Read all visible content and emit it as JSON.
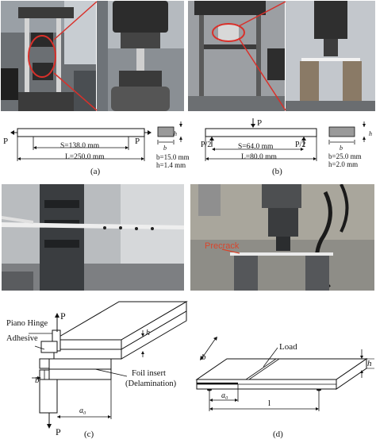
{
  "panel_a": {
    "label_p_left": "P",
    "label_p_right": "P",
    "span": "S=138.0 mm",
    "length": "L=250.0 mm",
    "width": "b=15.0 mm",
    "thickness": "h=1.4 mm",
    "h_label": "h",
    "b_label": "b",
    "caption": "(a)"
  },
  "panel_b": {
    "label_p_top": "P",
    "label_p_half_left": "P/2",
    "label_p_half_right": "P/2",
    "span": "S=64.0 mm",
    "length": "L=80.0 mm",
    "width": "b=25.0 mm",
    "thickness": "h=2.0 mm",
    "h_label": "h",
    "b_label": "b",
    "caption": "(b)"
  },
  "panel_d_photo": {
    "annotation": "Precrack"
  },
  "panel_c": {
    "piano_hinge": "Piano Hinge",
    "adhesive": "Adhesive",
    "foil_insert": "Foil insert",
    "delamination": "(Delamination)",
    "p_top": "P",
    "p_bottom": "P",
    "h_label": "h",
    "b_label": "b",
    "a0_label": "a₀",
    "caption": "(c)"
  },
  "panel_d": {
    "load": "Load",
    "b_label": "b",
    "h_label": "h",
    "a0_label": "a₀",
    "l_label": "l",
    "caption": "(d)"
  },
  "colors": {
    "highlight_circle": "#d9302a",
    "precrack_text": "#d9452c"
  }
}
